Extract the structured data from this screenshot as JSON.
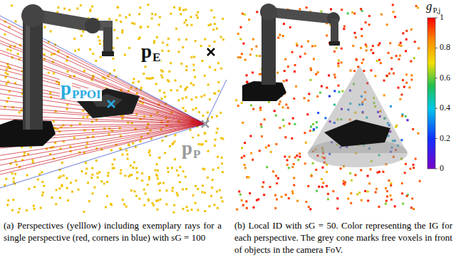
{
  "diagram": {
    "labels": [
      "p",
      "PPOI",
      "p",
      "E",
      "p",
      "P",
      "g",
      "P,j",
      "1",
      "0.8",
      "0.6",
      "0.4",
      "0.2",
      "0",
      "(a) Perspectives (yelllow) including exemplary rays for a single perspective (red, corners in blue) with sG = 100",
      "(b) Local ID with sG = 50. Color representing the IG for each perspective. The grey cone marks free voxels in front of objects in the camera FoV."
    ]
  }
}
